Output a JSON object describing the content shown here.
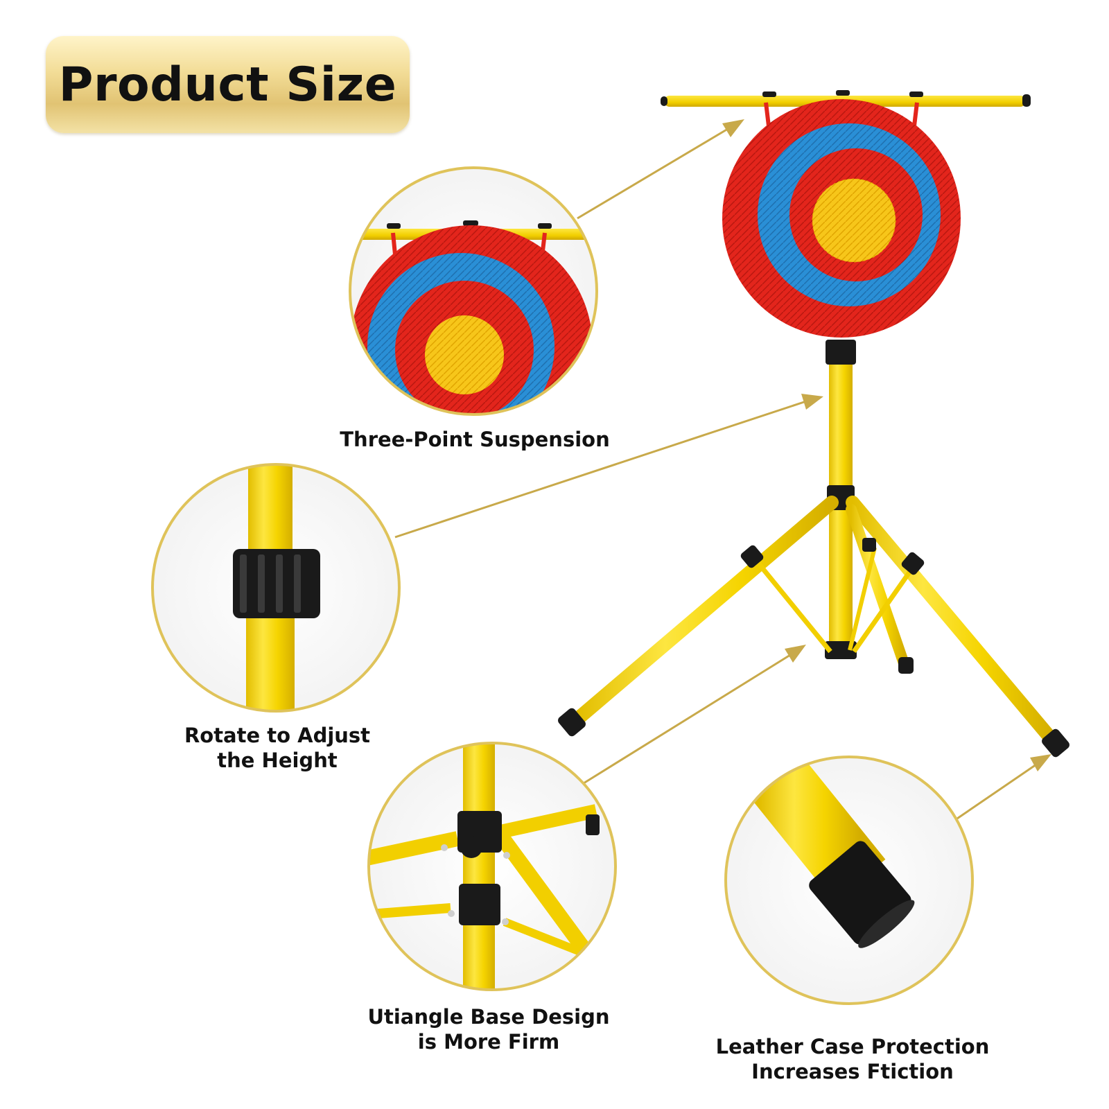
{
  "header": {
    "title": "Product Size"
  },
  "features": [
    {
      "id": "suspension",
      "lines": [
        "Three-Point Suspension"
      ]
    },
    {
      "id": "height",
      "lines": [
        "Rotate to Adjust",
        "the Height"
      ]
    },
    {
      "id": "base",
      "lines": [
        "Utiangle Base Design",
        "is More Firm"
      ]
    },
    {
      "id": "leather",
      "lines": [
        "Leather Case Protection",
        "Increases Ftiction"
      ]
    }
  ],
  "colors": {
    "frame_gold": "#dfc35a",
    "pole_yellow": "#f5d400",
    "pole_shade": "#d9b400",
    "target_red": "#e3251c",
    "target_blue": "#2a8fd6",
    "target_yellow": "#f7c61a",
    "cap_black": "#1a1a1a",
    "arrow_gold": "#c8a94a"
  }
}
